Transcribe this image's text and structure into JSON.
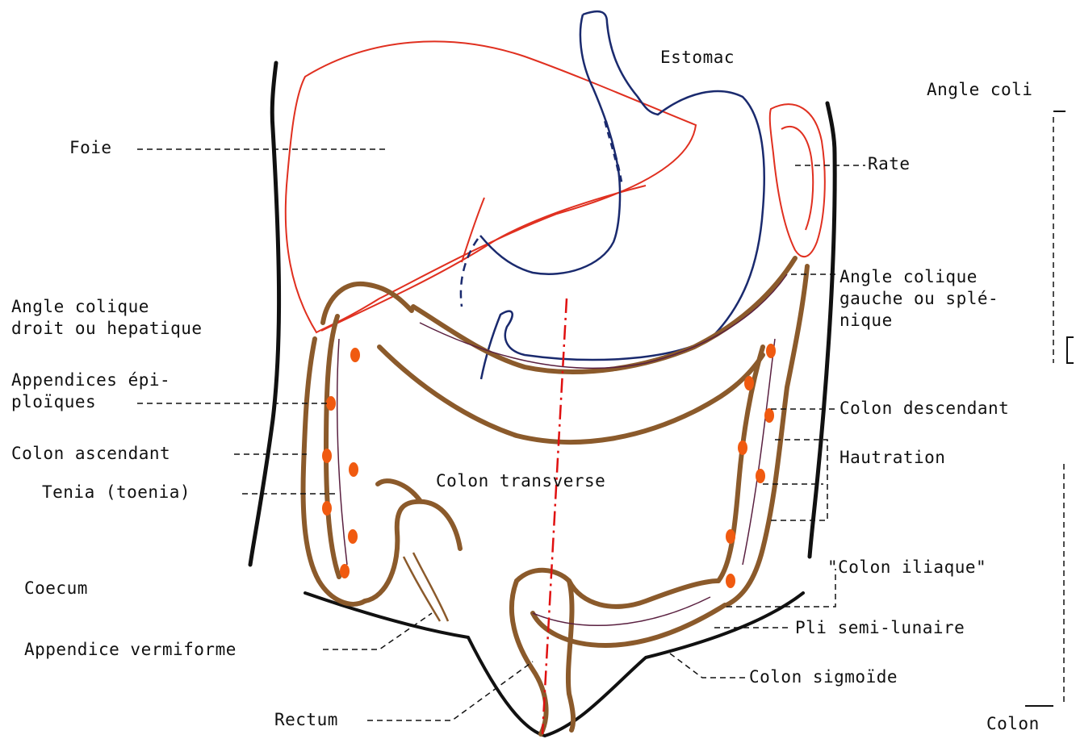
{
  "diagram": {
    "labels": {
      "estomac": "Estomac",
      "angle_coli_top": "Angle coli",
      "foie": "Foie",
      "rate": "Rate",
      "angle_colique_gauche": "Angle colique\ngauche ou splé-\nnique",
      "angle_colique_droit": "Angle colique\ndroit ou hepatique",
      "appendices_epiploiques": "Appendices épi-\nploïques",
      "colon_descendant": "Colon descendant",
      "colon_ascendant": "Colon ascendant",
      "hautration": "Hautration",
      "tenia": "Tenia (toenia)",
      "colon_transverse": "Colon transverse",
      "colon_iliaque": "\"Colon iliaque\"",
      "coecum": "Coecum",
      "pli_semi_lunaire": "Pli semi-lunaire",
      "appendice_vermiforme": "Appendice vermiforme",
      "colon_sigmoide": "Colon sigmoïde",
      "rectum": "Rectum",
      "colon_bottom": "Colon"
    },
    "colors": {
      "outline": "#111111",
      "liver": "#e03020",
      "stomach": "#1a2a6e",
      "colon": "#8b5a2b",
      "appendices": "#f05a10",
      "midline": "#e01010",
      "taenia": "#5a2040"
    }
  }
}
